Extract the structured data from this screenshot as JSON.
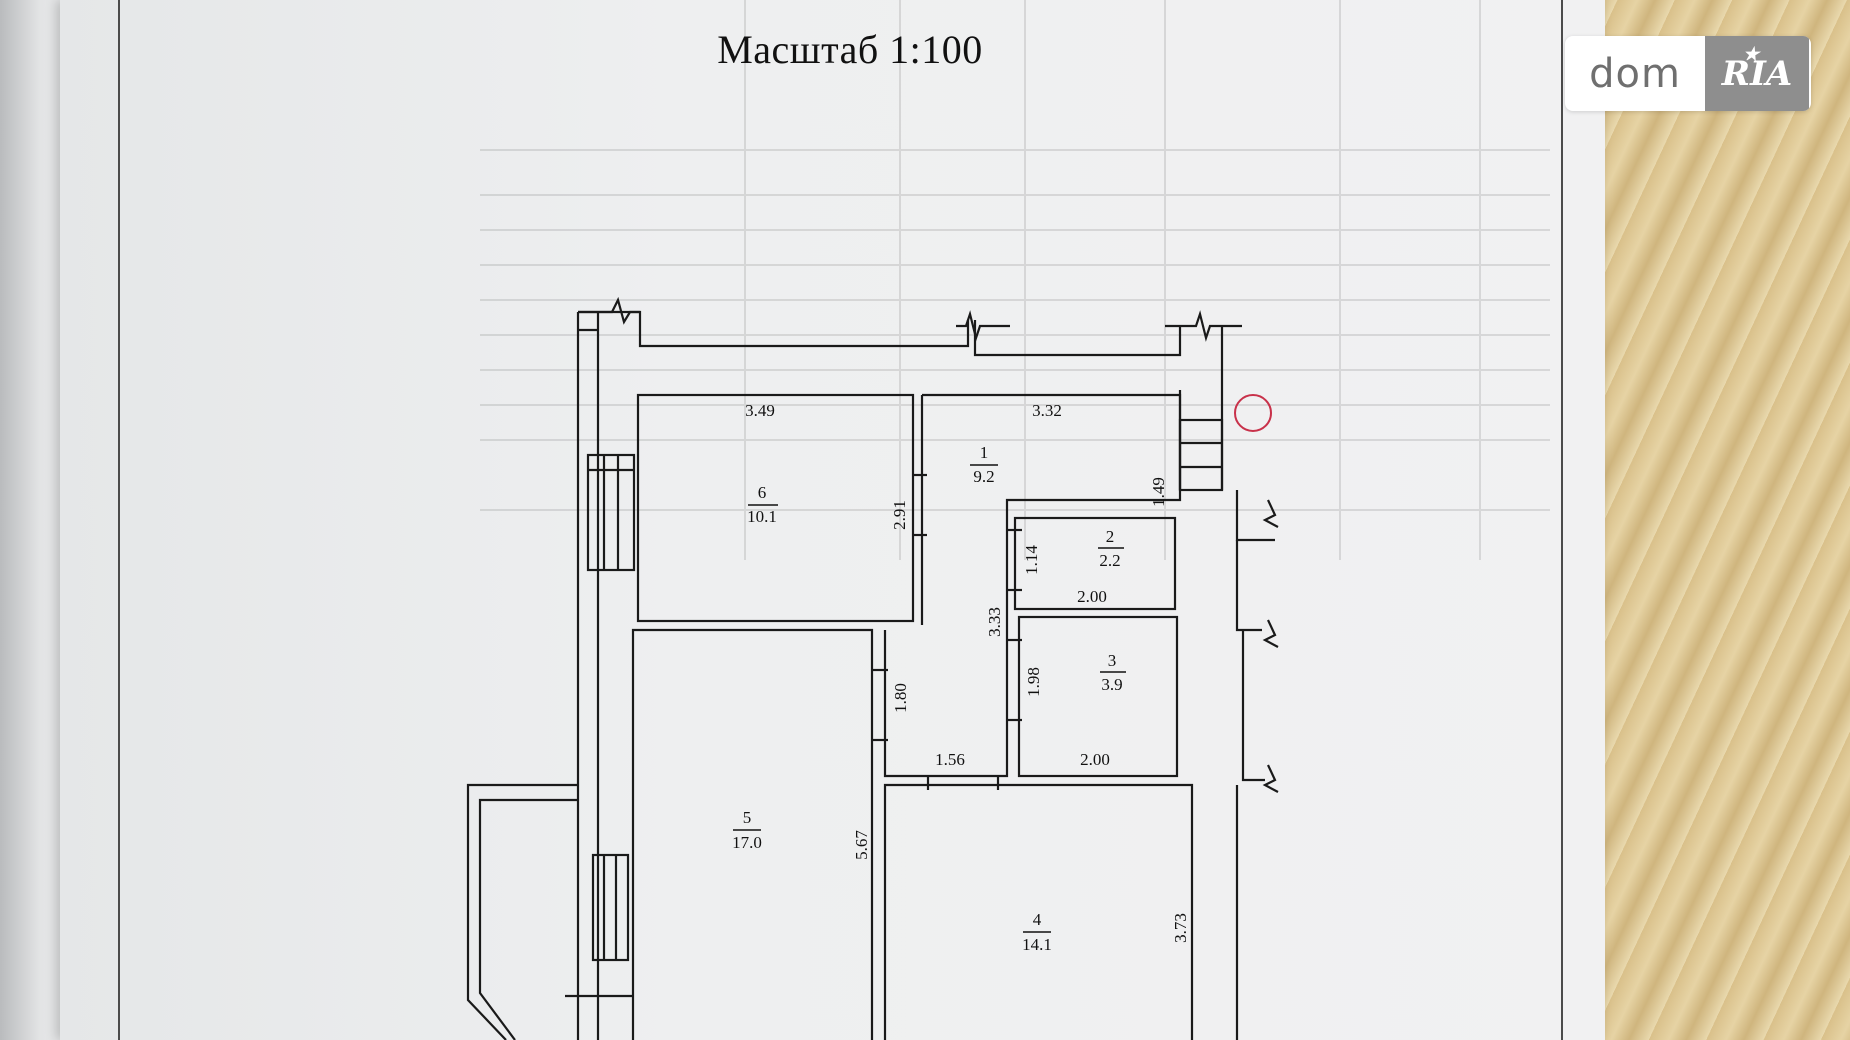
{
  "document": {
    "title": "Масштаб 1:100"
  },
  "watermark": {
    "brand_text": "dom",
    "brand_badge": "RIA",
    "badge_color": "#8e8e8e"
  },
  "rooms": [
    {
      "id": "6",
      "number": "6",
      "area": "10.1"
    },
    {
      "id": "1",
      "number": "1",
      "area": "9.2"
    },
    {
      "id": "2",
      "number": "2",
      "area": "2.2"
    },
    {
      "id": "3",
      "number": "3",
      "area": "3.9"
    },
    {
      "id": "5",
      "number": "5",
      "area": "17.0"
    },
    {
      "id": "4",
      "number": "4",
      "area": "14.1"
    }
  ],
  "dimensions": {
    "room6_width": "3.49",
    "room1_width": "3.32",
    "room6_depth": "2.91",
    "room1_side": "1.49",
    "room2_depth": "1.14",
    "room2_width": "2.00",
    "corridor_length": "3.33",
    "room3_depth": "1.98",
    "room3_width": "2.00",
    "room5_passage": "1.80",
    "corridor_width": "1.56",
    "room5_depth": "5.67",
    "room4_depth": "3.73"
  }
}
